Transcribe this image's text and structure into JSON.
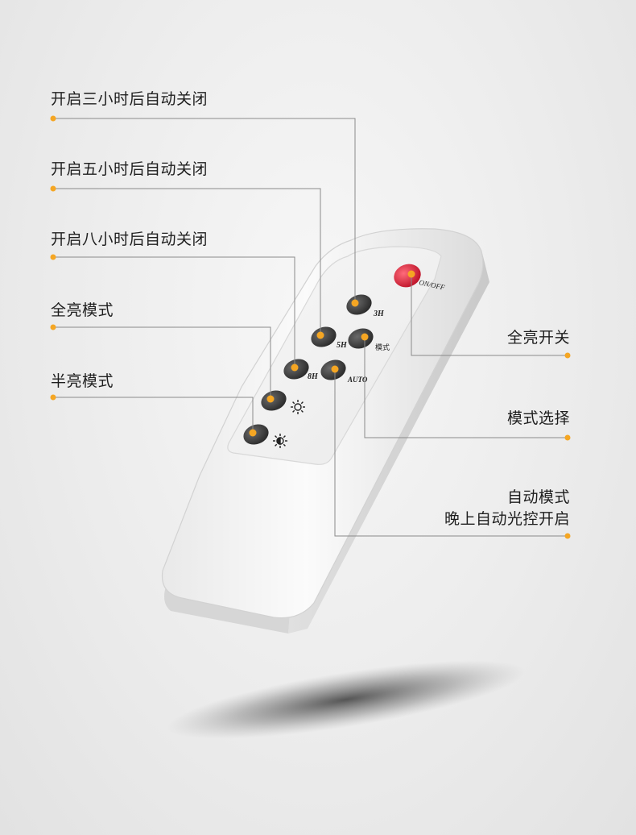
{
  "remote": {
    "buttons": {
      "onoff": "ON/OFF",
      "h3": "3H",
      "h5": "5H",
      "h8": "8H",
      "mode": "模式",
      "auto": "AUTO",
      "full_bright_icon": "sun-bright-icon",
      "half_bright_icon": "sun-half-icon"
    }
  },
  "callouts": {
    "left": [
      "开启三小时后自动关闭",
      "开启五小时后自动关闭",
      "开启八小时后自动关闭",
      "全亮模式",
      "半亮模式"
    ],
    "right": {
      "full_switch": "全亮开关",
      "mode_select": "模式选择",
      "auto_mode_line1": "自动模式",
      "auto_mode_line2": "晚上自动光控开启"
    }
  },
  "colors": {
    "accent_dot": "#f5a623",
    "power_button": "#e3243b",
    "button_dark": "#3a3a3a",
    "remote_body": "#f4f4f4",
    "leader_line": "#8a8a8a"
  }
}
